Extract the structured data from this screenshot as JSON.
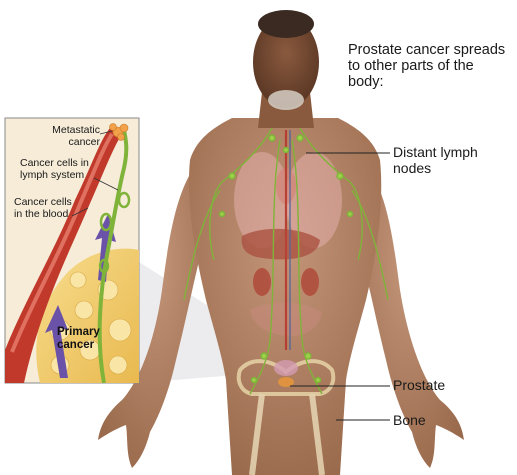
{
  "title": "Prostate cancer spreads\nto other parts of the\nbody:",
  "labels": {
    "distant_lymph_nodes": "Distant lymph\nnodes",
    "prostate": "Prostate",
    "bone": "Bone"
  },
  "inset": {
    "metastatic_cancer": "Metastatic\ncancer",
    "cancer_cells_lymph": "Cancer cells in\nlymph system",
    "cancer_cells_blood": "Cancer cells\nin the blood",
    "primary_cancer": "Primary\ncancer"
  },
  "colors": {
    "skin": "#a8785a",
    "skin_dark": "#6b4530",
    "lymph": "#7fb33a",
    "vessel_red": "#c0392b",
    "tumor": "#f2cf72",
    "prostate": "#e8963a"
  }
}
